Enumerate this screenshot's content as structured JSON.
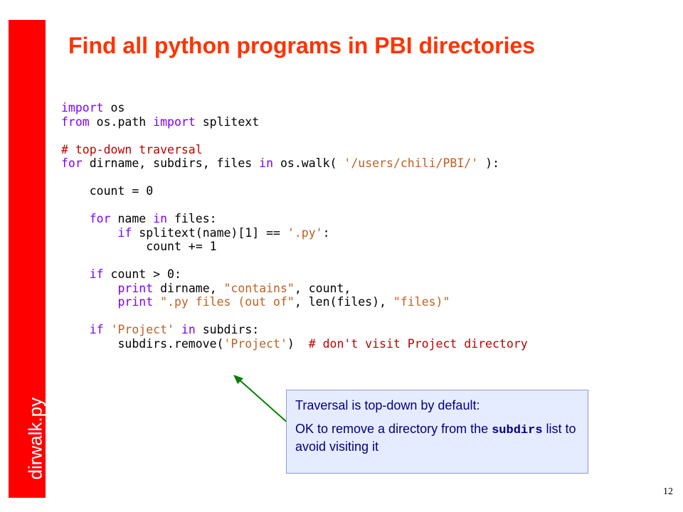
{
  "slide": {
    "side_label": "dirwalk.py",
    "title": "Find all python programs in PBI directories",
    "page_number": "12",
    "colors": {
      "side_bar": "#ff0000",
      "title": "#ff3300",
      "keyword": "#7a00ff",
      "string": "#c06020",
      "comment": "#c00000",
      "callout_bg": "#e6ecff",
      "callout_text": "#000080",
      "arrow": "#008000"
    }
  },
  "code": {
    "lines": [
      [
        {
          "t": "import",
          "c": "kw"
        },
        {
          "t": " os"
        }
      ],
      [
        {
          "t": "from",
          "c": "kw"
        },
        {
          "t": " os.path "
        },
        {
          "t": "import",
          "c": "kw"
        },
        {
          "t": " splitext"
        }
      ],
      [],
      [
        {
          "t": "# top-down traversal",
          "c": "cmt"
        }
      ],
      [
        {
          "t": "for",
          "c": "kw"
        },
        {
          "t": " dirname, subdirs, files "
        },
        {
          "t": "in",
          "c": "kw"
        },
        {
          "t": " os.walk( "
        },
        {
          "t": "'/users/chili/PBI/'",
          "c": "str"
        },
        {
          "t": " ):"
        }
      ],
      [],
      [
        {
          "t": "    count = 0"
        }
      ],
      [],
      [
        {
          "t": "    "
        },
        {
          "t": "for",
          "c": "kw"
        },
        {
          "t": " name "
        },
        {
          "t": "in",
          "c": "kw"
        },
        {
          "t": " files:"
        }
      ],
      [
        {
          "t": "        "
        },
        {
          "t": "if",
          "c": "kw"
        },
        {
          "t": " splitext(name)[1] == "
        },
        {
          "t": "'.py'",
          "c": "str"
        },
        {
          "t": ":"
        }
      ],
      [
        {
          "t": "            count += 1"
        }
      ],
      [],
      [
        {
          "t": "    "
        },
        {
          "t": "if",
          "c": "kw"
        },
        {
          "t": " count > 0:"
        }
      ],
      [
        {
          "t": "        "
        },
        {
          "t": "print",
          "c": "kw"
        },
        {
          "t": " dirname, "
        },
        {
          "t": "\"contains\"",
          "c": "str"
        },
        {
          "t": ", count,"
        }
      ],
      [
        {
          "t": "        "
        },
        {
          "t": "print",
          "c": "kw"
        },
        {
          "t": " "
        },
        {
          "t": "\".py files (out of\"",
          "c": "str"
        },
        {
          "t": ", len(files), "
        },
        {
          "t": "\"files)\"",
          "c": "str"
        }
      ],
      [],
      [
        {
          "t": "    "
        },
        {
          "t": "if",
          "c": "kw"
        },
        {
          "t": " "
        },
        {
          "t": "'Project'",
          "c": "str"
        },
        {
          "t": " "
        },
        {
          "t": "in",
          "c": "kw"
        },
        {
          "t": " subdirs:"
        }
      ],
      [
        {
          "t": "        subdirs.remove("
        },
        {
          "t": "'Project'",
          "c": "str"
        },
        {
          "t": ")  "
        },
        {
          "t": "# don't visit Project directory",
          "c": "cmt"
        }
      ]
    ]
  },
  "callout": {
    "line1": "Traversal is top-down by default:",
    "line2_prefix": "OK to remove a directory from the ",
    "line2_code": "subdirs",
    "line2_suffix": " list to avoid visiting it"
  }
}
